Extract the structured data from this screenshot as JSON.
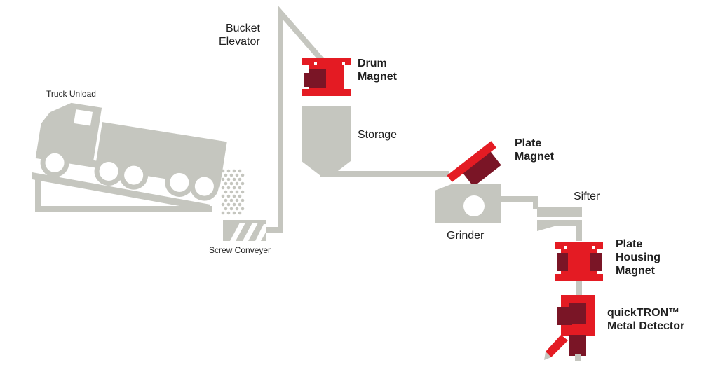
{
  "colors": {
    "equipment_gray": "#c5c6bf",
    "magnet_red": "#e41b23",
    "magnet_dark": "#7a1526",
    "text": "#1f1f1f",
    "background": "#ffffff"
  },
  "labels": {
    "truck_unload": "Truck Unload",
    "screw_conveyer": "Screw Conveyer",
    "bucket_elevator_1": "Bucket",
    "bucket_elevator_2": "Elevator",
    "drum_magnet_1": "Drum",
    "drum_magnet_2": "Magnet",
    "storage": "Storage",
    "plate_magnet_1": "Plate",
    "plate_magnet_2": "Magnet",
    "grinder": "Grinder",
    "sifter": "Sifter",
    "plate_housing_1": "Plate",
    "plate_housing_2": "Housing",
    "plate_housing_3": "Magnet",
    "metal_detector_1": "quickTRON™",
    "metal_detector_2": "Metal Detector"
  }
}
